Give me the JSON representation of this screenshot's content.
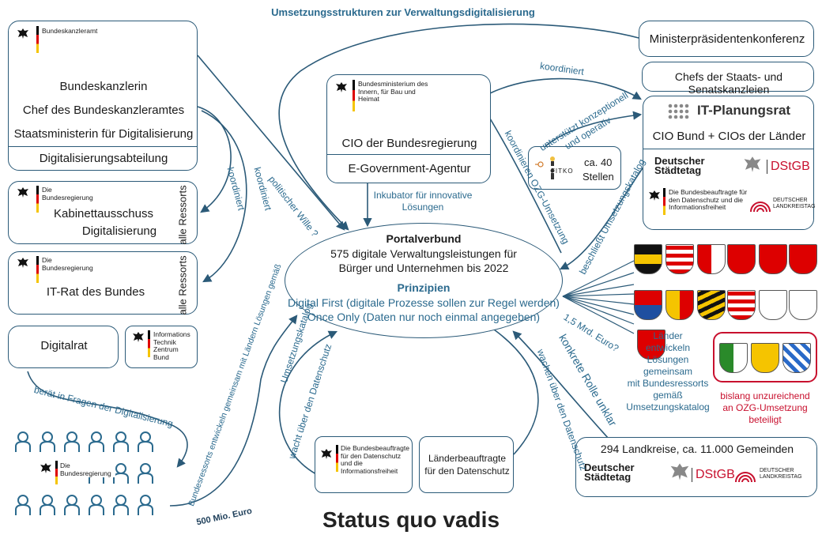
{
  "header": {
    "title": "Umsetzungsstrukturen zur Verwaltungsdigitalisierung"
  },
  "footer": {
    "title": "Status quo vadis"
  },
  "bundeskanzleramt": {
    "logo": "Bundeskanzleramt",
    "line1": "Bundeskanzlerin",
    "line2": "Chef des Bundeskanzleramtes",
    "line3": "Staatsministerin für Digitalisierung",
    "section": "Digitalisierungsabteilung"
  },
  "kabinett": {
    "logo": "Die Bundesregierung",
    "line1": "Kabinettausschuss",
    "line2": "Digitalisierung",
    "side": "alle Ressorts"
  },
  "itrat": {
    "logo": "Die Bundesregierung",
    "line1": "IT-Rat des Bundes",
    "side": "alle Ressorts"
  },
  "digitalrat": {
    "label": "Digitalrat"
  },
  "itzbund": {
    "logo": "Informations Technik Zentrum Bund"
  },
  "bmi": {
    "logo": "Bundesministerium des Innern, für Bau und Heimat",
    "cio": "CIO der Bundesregierung",
    "agency": "E-Government-Agentur"
  },
  "fitko": {
    "logo": "FITKO",
    "count": "ca. 40",
    "unit": "Stellen"
  },
  "mpk": {
    "label": "Ministerpräsidentenkonferenz"
  },
  "chefs": {
    "label": "Chefs der Staats- und Senatskanzleien"
  },
  "itplanungsrat": {
    "logo": "IT-Planungsrat",
    "members": "CIO Bund + CIOs der Länder",
    "staedtetag": "Deutscher Städtetag",
    "dstgb": "DStGB",
    "bfdi": "Die Bundesbeauftragte für den Datenschutz und die Informationsfreiheit",
    "landkreistag": "DEUTSCHER LANDKREISTAG"
  },
  "portalverbund": {
    "title": "Portalverbund",
    "line1": "575 digitale Verwaltungsleistungen für",
    "line2": "Bürger und Unternehmen bis 2022",
    "principles": "Prinzipien",
    "p1": "Digital First (digitale Prozesse sollen zur Regel werden)",
    "p2": "Once Only (Daten nur noch einmal angegeben)"
  },
  "laender": {
    "text1": "Länder",
    "text2": "entwickeln",
    "text3": "Lösungen",
    "text4": "gemeinsam",
    "text5": "mit Bundesressorts",
    "text6": "gemäß",
    "text7": "Umsetzungskatalog",
    "warn1": "bislang unzureichend",
    "warn2": "an OZG-Umsetzung",
    "warn3": "beteiligt"
  },
  "bfdi_box": {
    "logo": "Die Bundesbeauftragte für den Datenschutz und die Informationsfreiheit"
  },
  "lbfd_box": {
    "line1": "Länderbeauftragte",
    "line2": "für den Datenschutz"
  },
  "kommunen": {
    "title": "294 Landkreise, ca. 11.000 Gemeinden",
    "staedtetag": "Deutscher Städtetag",
    "dstgb": "DStGB",
    "landkreistag": "DEUTSCHER LANDKREISTAG"
  },
  "bundesregierung_people": {
    "logo": "Die Bundesregierung"
  },
  "arrows": {
    "koordiniert_top": "koordiniert",
    "koordiniert_a": "koordiniert",
    "koordiniert_b": "koordiniert",
    "politischer_wille": "politischer Wille ?",
    "inkubator1": "Inkubator für innovative",
    "inkubator2": "Lösungen",
    "unterstuetzt1": "unterstützt konzeptionell",
    "unterstuetzt2": "und operativ",
    "koordinieren_ozg": "koordinieren OZG-Umsetzung",
    "beschliesst": "beschließt Umsetzungskatalog",
    "mrd": "1,5 Mrd. Euro?",
    "rolle": "konkrete Rolle unklar",
    "wachen": "wachen über den Datenschutz",
    "wacht": "wacht über den Datenschutz",
    "beraet": "berät in Fragen der Digitalisierung",
    "bundesressorts1": "Bundesressorts entwickeln gemeinsam mit Ländern Lösungen gemäß",
    "bundesressorts2": "Umsetzungskatalog",
    "mio": "500 Mio. Euro"
  },
  "colors": {
    "accent": "#2b6a8e",
    "warning": "#c8102e",
    "eagle": "#111111"
  }
}
